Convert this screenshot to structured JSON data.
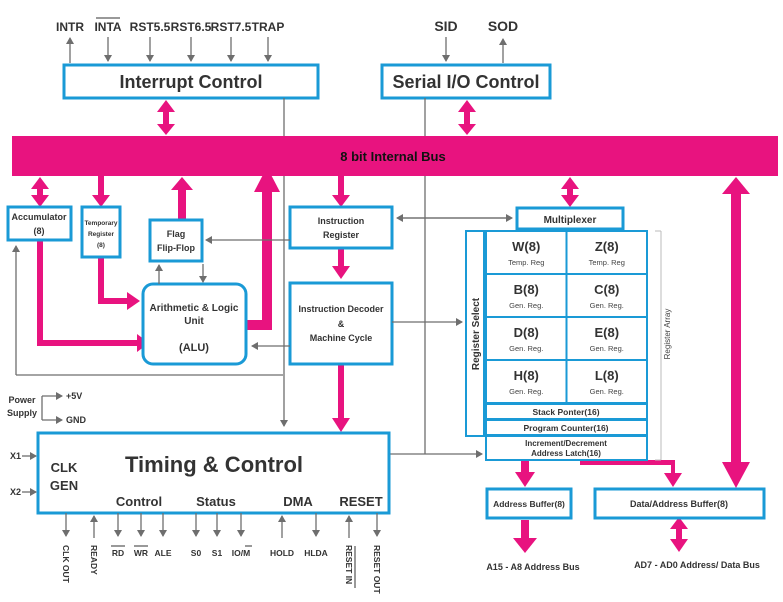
{
  "interrupt": {
    "title": "Interrupt Control",
    "pins": [
      "INTR",
      "INTA",
      "RST5.5",
      "RST6.5",
      "RST7.5",
      "TRAP"
    ]
  },
  "serial": {
    "title": "Serial I/O Control",
    "pins": [
      "SID",
      "SOD"
    ]
  },
  "bus": {
    "label": "8 bit Internal Bus"
  },
  "accumulator": {
    "line1": "Accumulator",
    "line2": "(8)"
  },
  "temp_register": {
    "line1": "Temporary",
    "line2": "Register",
    "line3": "(8)"
  },
  "flag": {
    "line1": "Flag",
    "line2": "Flip-Flop"
  },
  "alu": {
    "line1": "Arithmetic & Logic",
    "line2": "Unit",
    "line3": "(ALU)"
  },
  "instruction_register": {
    "line1": "Instruction",
    "line2": "Register"
  },
  "decoder": {
    "line1": "Instruction Decoder",
    "line2": "&",
    "line3": "Machine Cycle"
  },
  "multiplexer": {
    "label": "Multiplexer"
  },
  "register_select": {
    "label": "Register Select"
  },
  "register_array": {
    "label": "Register Array",
    "cells": [
      {
        "name": "W(8)",
        "sub": "Temp. Reg"
      },
      {
        "name": "Z(8)",
        "sub": "Temp. Reg"
      },
      {
        "name": "B(8)",
        "sub": "Gen. Reg."
      },
      {
        "name": "C(8)",
        "sub": "Gen. Reg."
      },
      {
        "name": "D(8)",
        "sub": "Gen. Reg."
      },
      {
        "name": "E(8)",
        "sub": "Gen. Reg."
      },
      {
        "name": "H(8)",
        "sub": "Gen. Reg."
      },
      {
        "name": "L(8)",
        "sub": "Gen. Reg."
      }
    ],
    "stack_pointer": "Stack Ponter(16)",
    "program_counter": "Program Counter(16)",
    "latch_line1": "Increment/Decrement",
    "latch_line2": "Address Latch(16)"
  },
  "power": {
    "label_line1": "Power",
    "label_line2": "Supply",
    "plus": "+5V",
    "gnd": "GND"
  },
  "timing": {
    "title": "Timing & Control",
    "clk_line1": "CLK",
    "clk_line2": "GEN",
    "x1": "X1",
    "x2": "X2",
    "groups": {
      "control": "Control",
      "status": "Status",
      "dma": "DMA",
      "reset": "RESET"
    },
    "bottom_pins": [
      "CLK OUT",
      "READY",
      "RD",
      "WR",
      "ALE",
      "S0",
      "S1",
      "IO/M",
      "HOLD",
      "HLDA",
      "RESET IN",
      "RESET OUT"
    ]
  },
  "address_buffer": {
    "label": "Address Buffer(8)",
    "bus": "A15 - A8 Address Bus"
  },
  "data_buffer": {
    "label": "Data/Address Buffer(8)",
    "bus": "AD7 - AD0 Address/ Data Bus"
  },
  "colors": {
    "bus": "#e8137f",
    "box_border": "#1a9ad6",
    "wire": "#6e6e6e"
  }
}
